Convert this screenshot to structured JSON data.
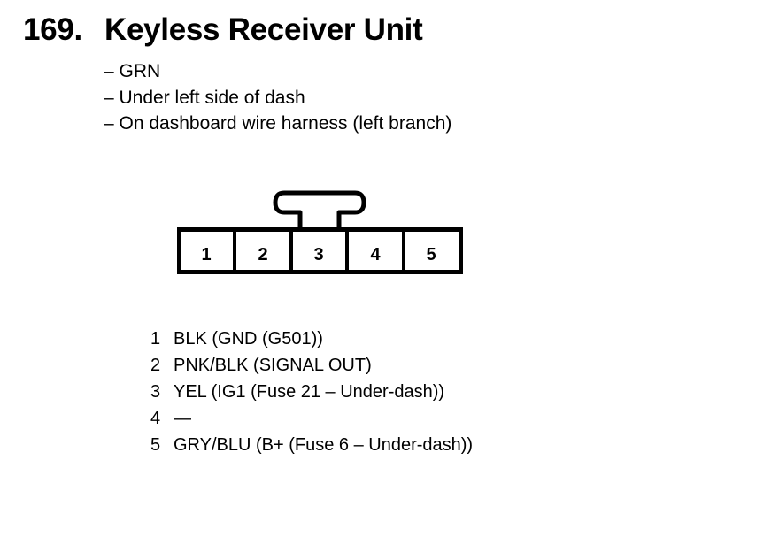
{
  "header": {
    "number": "169.",
    "title": "Keyless Receiver Unit"
  },
  "notes": [
    "– GRN",
    "– Under left side of dash",
    "– On dashboard wire harness (left branch)"
  ],
  "connector": {
    "cavities": [
      "1",
      "2",
      "3",
      "4",
      "5"
    ]
  },
  "pins": [
    {
      "no": "1",
      "desc": "BLK (GND (G501))"
    },
    {
      "no": "2",
      "desc": "PNK/BLK (SIGNAL OUT)"
    },
    {
      "no": "3",
      "desc": "YEL (IG1 (Fuse 21 – Under-dash))"
    },
    {
      "no": "4",
      "desc": "—"
    },
    {
      "no": "5",
      "desc": "GRY/BLU (B+ (Fuse 6 – Under-dash))"
    }
  ]
}
